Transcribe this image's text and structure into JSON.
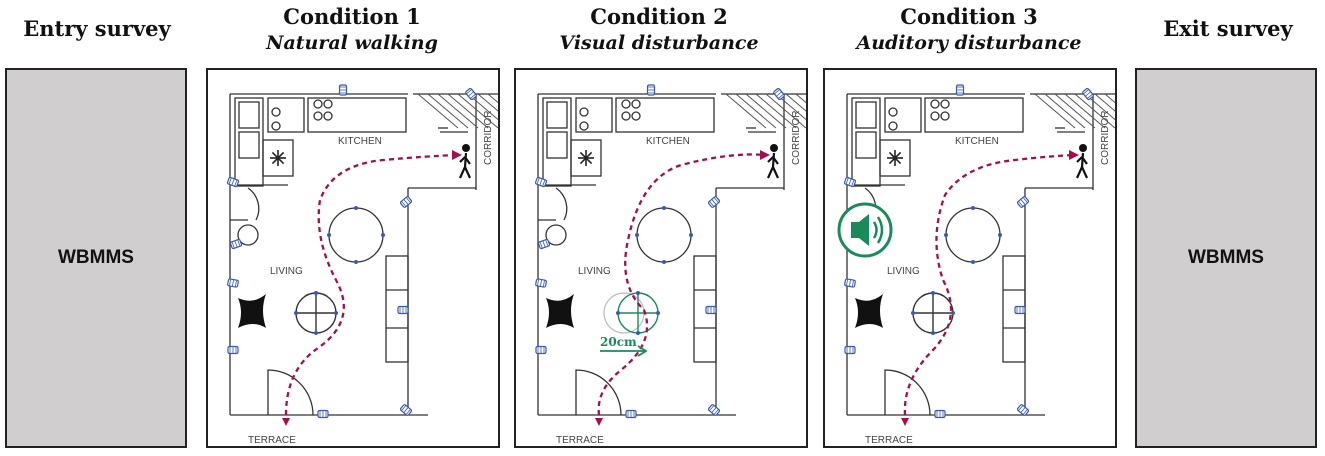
{
  "columns": {
    "entry": {
      "title": "Entry survey",
      "box_label": "WBMMS"
    },
    "exit": {
      "title": "Exit survey",
      "box_label": "WBMMS"
    }
  },
  "conditions": [
    {
      "title": "Condition 1",
      "subtitle": "Natural walking"
    },
    {
      "title": "Condition 2",
      "subtitle": "Visual disturbance",
      "disturbance_label": "20cm"
    },
    {
      "title": "Condition 3",
      "subtitle": "Auditory disturbance"
    }
  ],
  "floorplan_labels": {
    "kitchen": "KITCHEN",
    "living": "LIVING",
    "corridor": "CORRIDOR",
    "terrace": "TERRACE"
  },
  "colors": {
    "path": "#a0104f",
    "disturbance": "#1a8a5a",
    "survey_box": "#d0cece",
    "camera": "#3a5ab0"
  },
  "icons": [
    "walking-person-icon",
    "speaker-icon",
    "camera-icon",
    "arrow-right-icon"
  ]
}
